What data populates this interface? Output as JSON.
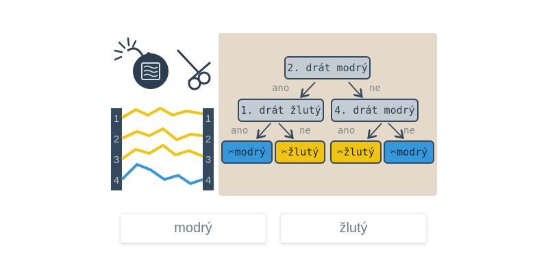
{
  "diagram": {
    "root": "2. drát modrý",
    "left_node": "1. drát žlutý",
    "right_node": "4. drát modrý",
    "edge_yes": "ano",
    "edge_no": "ne",
    "leaves": [
      {
        "label": "modrý",
        "color": "#3498db"
      },
      {
        "label": "žlutý",
        "color": "#f1c40f"
      },
      {
        "label": "žlutý",
        "color": "#f1c40f"
      },
      {
        "label": "modrý",
        "color": "#3498db"
      }
    ],
    "cut_icon": "scissors-icon"
  },
  "wires": {
    "numbers": [
      "1",
      "2",
      "3",
      "4"
    ],
    "colors": [
      "#f1c40f",
      "#f1c40f",
      "#f1c40f",
      "#3498db"
    ]
  },
  "colors": {
    "panel_bg": "#e5d9c9",
    "node_bg": "#c4ccd3",
    "dark": "#34495e",
    "blue": "#3498db",
    "yellow": "#f1c40f"
  },
  "answers": [
    "modrý",
    "žlutý"
  ]
}
